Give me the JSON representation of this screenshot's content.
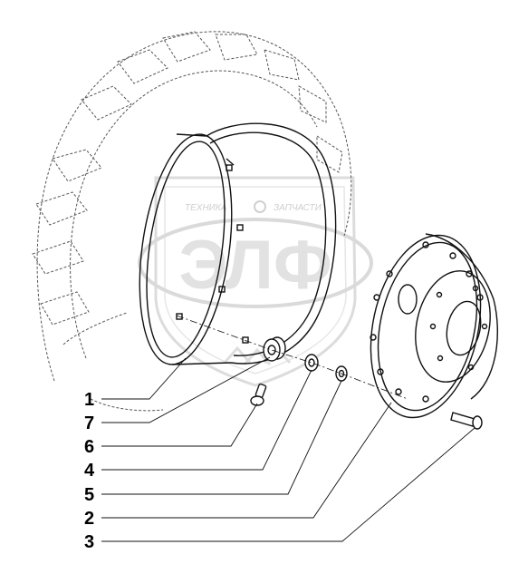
{
  "watermark": {
    "top_left": "ТЕХНИКА",
    "top_right": "ЗАПЧАСТИ",
    "big": "ЭЛФ"
  },
  "callouts": [
    {
      "id": "1",
      "label": "1"
    },
    {
      "id": "7",
      "label": "7"
    },
    {
      "id": "6",
      "label": "6"
    },
    {
      "id": "4",
      "label": "4"
    },
    {
      "id": "5",
      "label": "5"
    },
    {
      "id": "2",
      "label": "2"
    },
    {
      "id": "3",
      "label": "3"
    }
  ]
}
